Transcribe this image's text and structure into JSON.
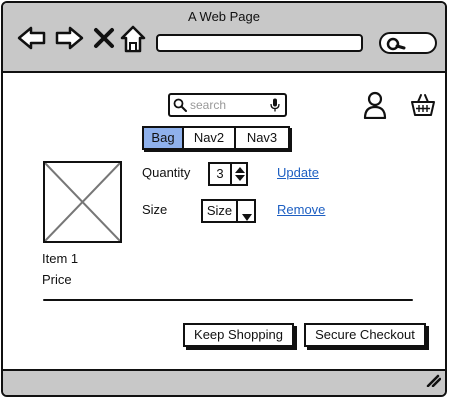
{
  "window": {
    "title": "A Web Page"
  },
  "browser": {
    "back_icon": "arrow-left-icon",
    "forward_icon": "arrow-right-icon",
    "stop_icon": "close-icon",
    "home_icon": "home-icon",
    "search_icon": "search-icon"
  },
  "site": {
    "search": {
      "placeholder": "search"
    },
    "tabs": [
      {
        "label": "Bag",
        "active": true
      },
      {
        "label": "Nav2",
        "active": false
      },
      {
        "label": "Nav3",
        "active": false
      }
    ]
  },
  "item": {
    "name": "Item 1",
    "price_label": "Price",
    "quantity_label": "Quantity",
    "quantity_value": "3",
    "size_label": "Size",
    "size_value": "Size",
    "update_link": "Update",
    "remove_link": "Remove"
  },
  "actions": {
    "keep_shopping": "Keep Shopping",
    "secure_checkout": "Secure Checkout"
  },
  "colors": {
    "chrome": "#c8c8c8",
    "active_tab": "#8fb1ec",
    "link": "#1d5fc2"
  }
}
